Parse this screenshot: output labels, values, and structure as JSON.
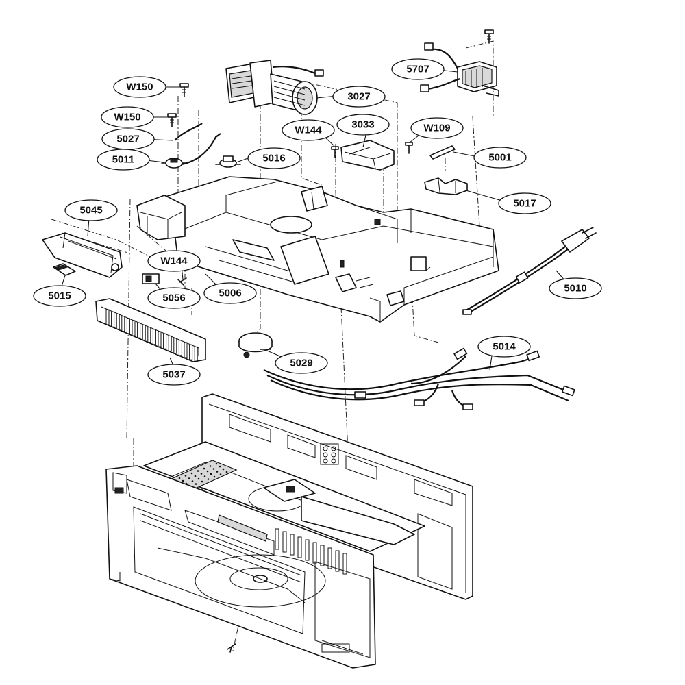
{
  "callouts": {
    "w150_top": "W150",
    "w150_mid": "W150",
    "p5027": "5027",
    "p5011": "5011",
    "p5016": "5016",
    "p3027": "3027",
    "p5707": "5707",
    "w144_top": "W144",
    "p3033": "3033",
    "w109": "W109",
    "p5001": "5001",
    "p5017": "5017",
    "p5045": "5045",
    "w144_low": "W144",
    "p5015": "5015",
    "p5056": "5056",
    "p5006": "5006",
    "p5010": "5010",
    "p5014": "5014",
    "p5029": "5029",
    "p5037": "5037"
  },
  "icons": [
    "screw-icon",
    "fan-motor",
    "transformer",
    "power-cord-plug",
    "wire-harness",
    "vent-grille",
    "turntable-motor"
  ]
}
